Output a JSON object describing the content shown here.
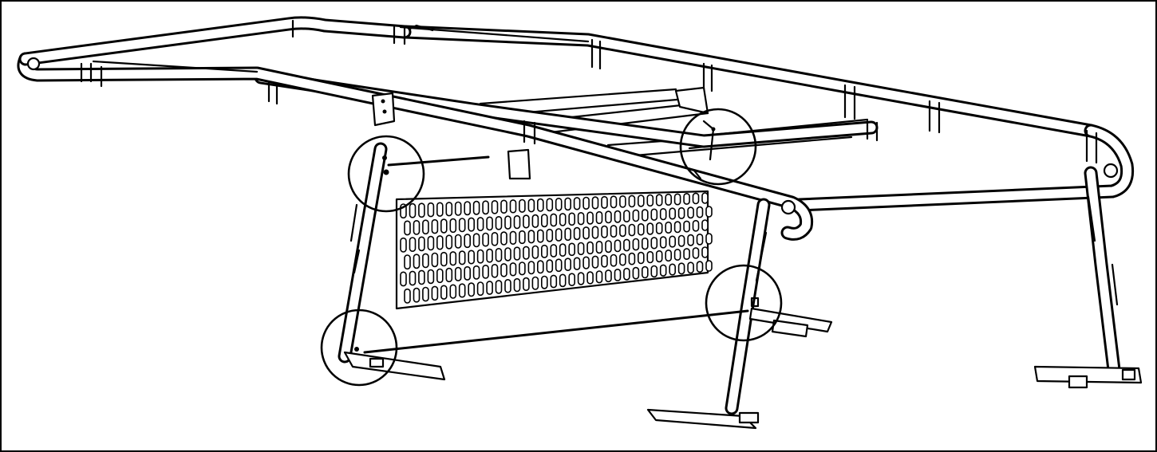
{
  "figure": {
    "subject": "ladder-rack",
    "colors": {
      "line": "#000000",
      "background": "#ffffff",
      "frame": "#000000"
    },
    "callouts": [
      {
        "name": "upper-left-mount"
      },
      {
        "name": "upper-right-mount"
      },
      {
        "name": "lower-left-foot"
      },
      {
        "name": "lower-right-foot"
      }
    ],
    "mesh": {
      "rows": 6,
      "columns": 34
    }
  }
}
